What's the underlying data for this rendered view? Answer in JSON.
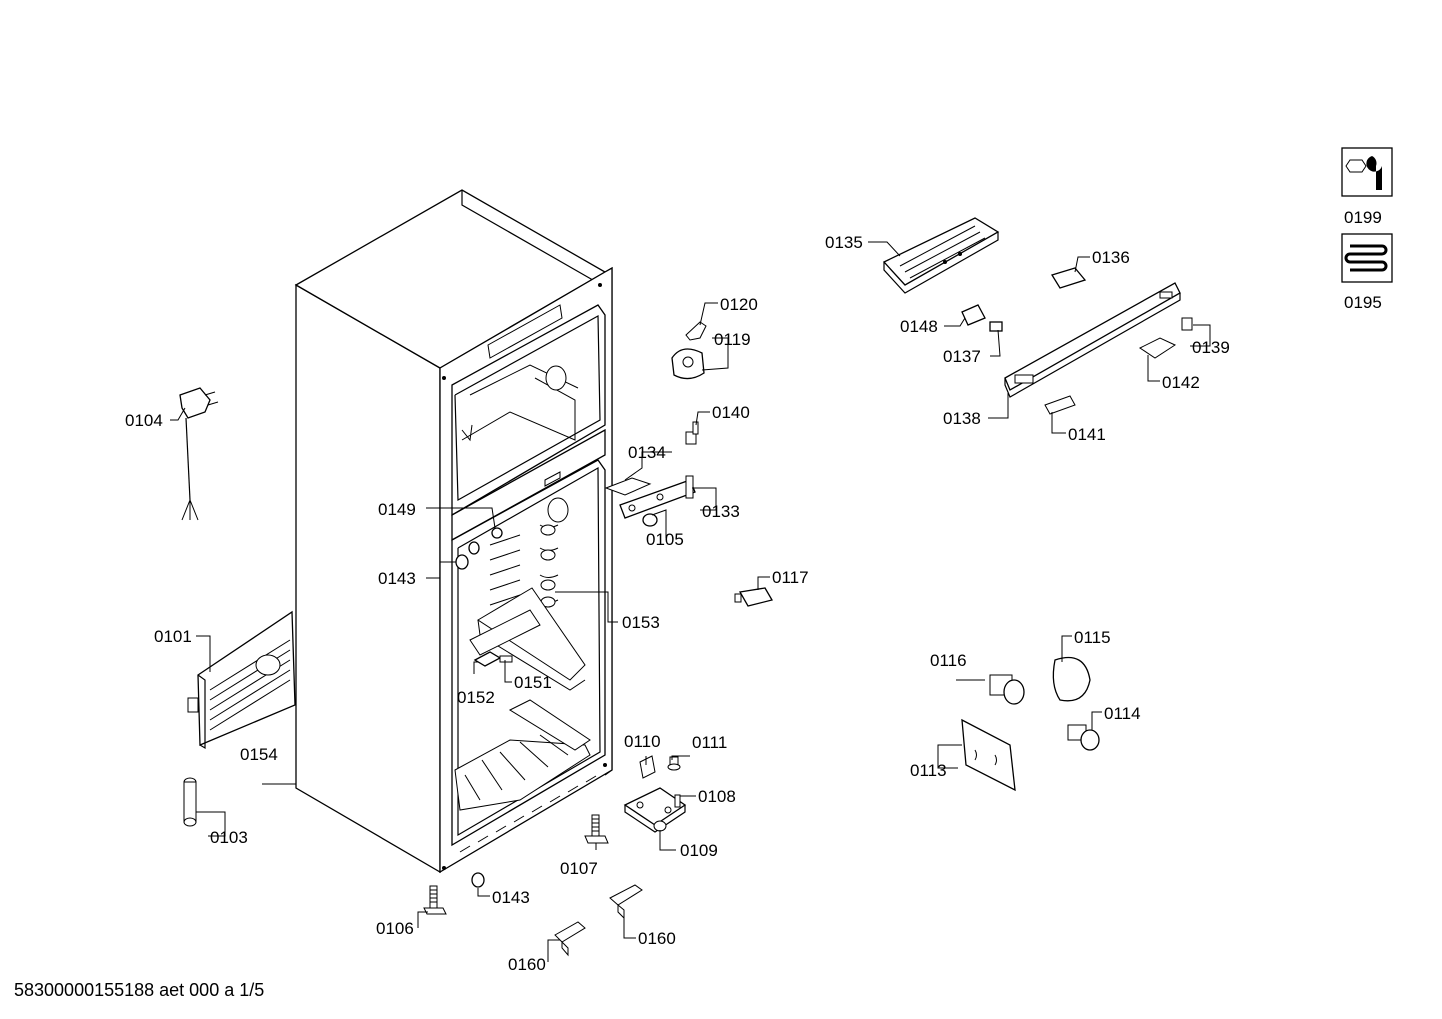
{
  "footer": "58300000155188 aet 000 a 1/5",
  "icons": {
    "service": {
      "label": "0199",
      "icon": "wrench-icon"
    },
    "heater": {
      "label": "0195",
      "icon": "heater-coil-icon"
    }
  },
  "labels": {
    "l0135": "0135",
    "l0136": "0136",
    "l0148": "0148",
    "l0137": "0137",
    "l0138": "0138",
    "l0139": "0139",
    "l0142": "0142",
    "l0141": "0141",
    "l0120": "0120",
    "l0119": "0119",
    "l0140": "0140",
    "l0134": "0134",
    "l0133": "0133",
    "l0105": "0105",
    "l0117": "0117",
    "l0104": "0104",
    "l0149": "0149",
    "l0143a": "0143",
    "l0153": "0153",
    "l0101": "0101",
    "l0152": "0152",
    "l0151": "0151",
    "l0154": "0154",
    "l0103": "0103",
    "l0110": "0110",
    "l0111": "0111",
    "l0108": "0108",
    "l0109": "0109",
    "l0107": "0107",
    "l0106": "0106",
    "l0143b": "0143",
    "l0160a": "0160",
    "l0160b": "0160",
    "l0116": "0116",
    "l0115": "0115",
    "l0114": "0114",
    "l0113": "0113"
  }
}
